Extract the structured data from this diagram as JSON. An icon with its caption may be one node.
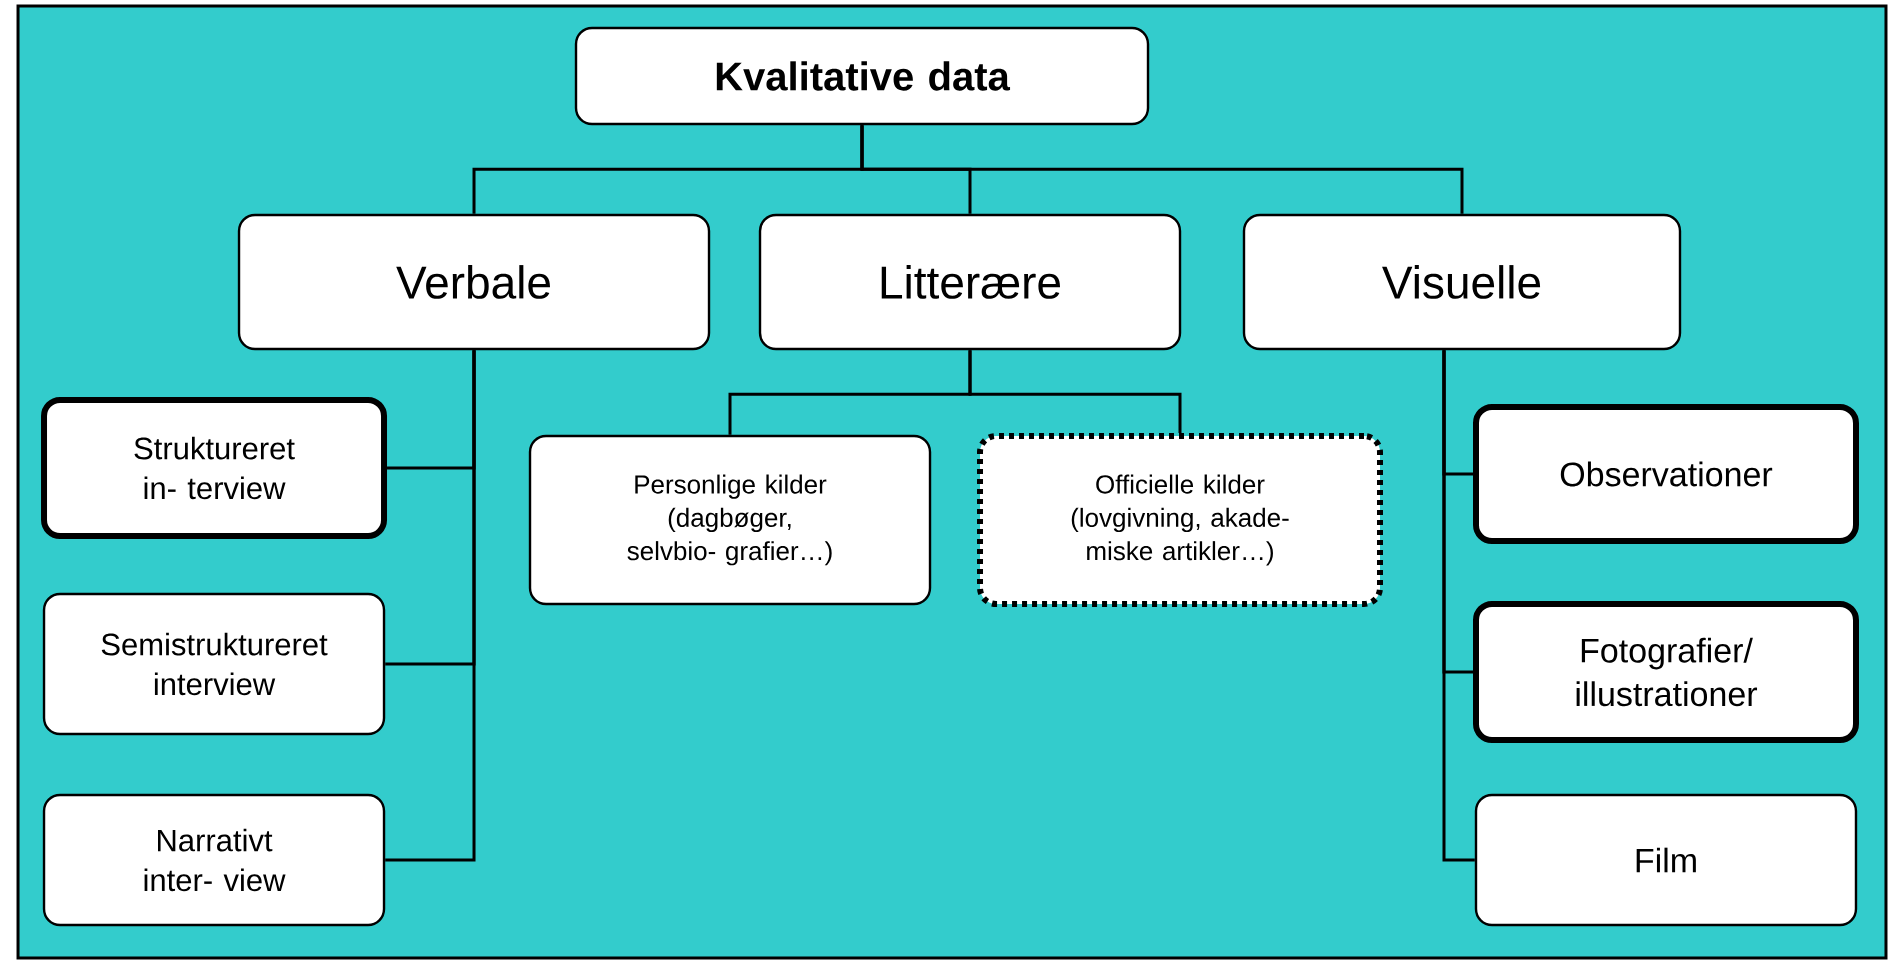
{
  "diagram": {
    "nodes": [
      {
        "text": [
          "Kvalitative data"
        ]
      },
      {
        "text": [
          "Verbale"
        ]
      },
      {
        "text": [
          "Litterære"
        ]
      },
      {
        "text": [
          "Visuelle"
        ]
      },
      {
        "text": [
          "Struktureret in- terview"
        ]
      },
      {
        "text": [
          "Semistruktureret interview"
        ]
      },
      {
        "text": [
          "Narrativt inter- view"
        ]
      },
      {
        "text": [
          "Personlige kilder (dagbøger, selvbio- grafier…)"
        ]
      },
      {
        "text": [
          "Officielle kilder (lovgivning, akade- miske artikler…)"
        ]
      },
      {
        "text": [
          "Observationer"
        ]
      },
      {
        "text": [
          "Fotografier/ illustrationer"
        ]
      },
      {
        "text": [
          "Film"
        ]
      }
    ],
    "edges": [
      {
        "from": 0,
        "to": 1,
        "arrow": "none"
      },
      {
        "from": 0,
        "to": 2,
        "arrow": "none"
      },
      {
        "from": 0,
        "to": 3,
        "arrow": "none"
      },
      {
        "from": 1,
        "to": 4,
        "arrow": "none"
      },
      {
        "from": 1,
        "to": 5,
        "arrow": "none"
      },
      {
        "from": 1,
        "to": 6,
        "arrow": "none"
      },
      {
        "from": 2,
        "to": 7,
        "arrow": "none"
      },
      {
        "from": 2,
        "to": 8,
        "arrow": "none"
      },
      {
        "from": 3,
        "to": 9,
        "arrow": "none"
      },
      {
        "from": 3,
        "to": 10,
        "arrow": "none"
      },
      {
        "from": 3,
        "to": 11,
        "arrow": "none"
      }
    ]
  }
}
